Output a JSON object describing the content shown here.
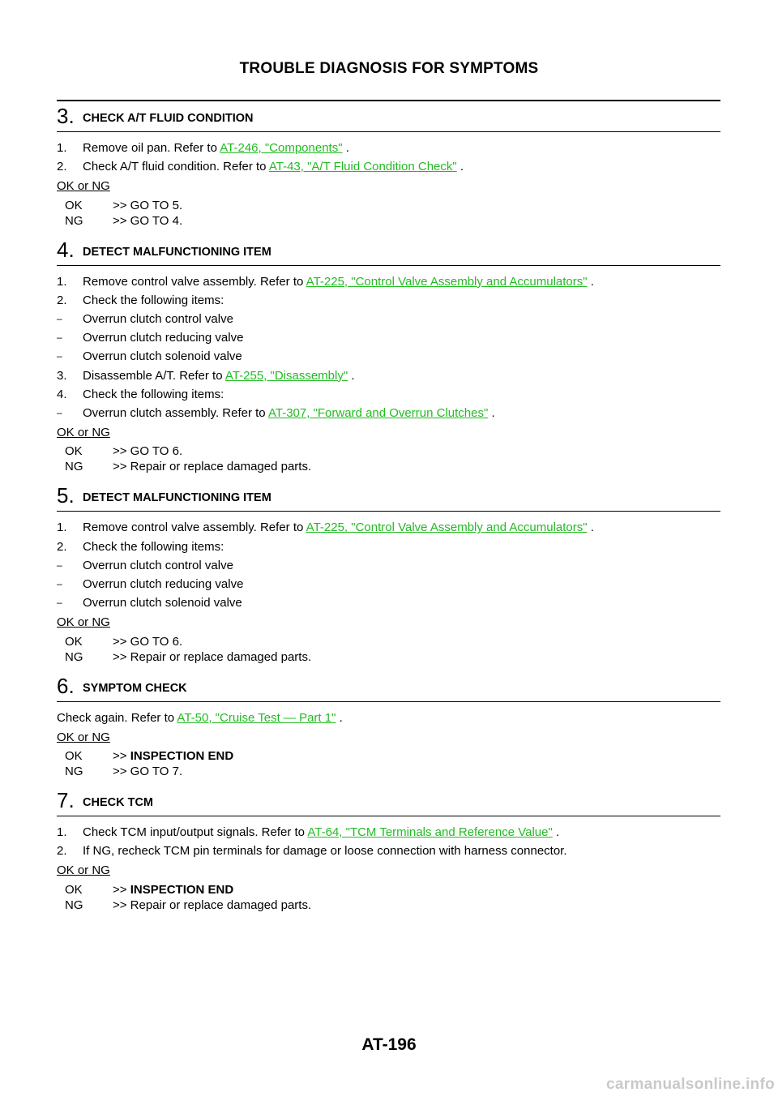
{
  "header": {
    "title": "TROUBLE DIAGNOSIS FOR SYMPTOMS"
  },
  "steps": [
    {
      "number": "3.",
      "title": "CHECK A/T FLUID CONDITION",
      "lines": [
        {
          "type": "numbered",
          "num": "1.",
          "text": "Remove oil pan. Refer to ",
          "ref": "AT-246, \"Components\"",
          "suffix": " ."
        },
        {
          "type": "numbered",
          "num": "2.",
          "text": "Check A/T fluid condition. Refer to ",
          "ref": "AT-43, \"A/T Fluid Condition Check\"",
          "suffix": " ."
        }
      ],
      "okng": "OK or NG",
      "results": [
        {
          "code": "OK",
          "action": ">> GO TO 5."
        },
        {
          "code": "NG",
          "action": ">> GO TO 4."
        }
      ]
    },
    {
      "number": "4.",
      "title": "DETECT MALFUNCTIONING ITEM",
      "lines": [
        {
          "type": "numbered",
          "num": "1.",
          "text": "Remove control valve assembly. Refer to ",
          "ref": "AT-225, \"Control Valve Assembly and Accumulators\"",
          "suffix": " ."
        },
        {
          "type": "numbered",
          "num": "2.",
          "text": "Check the following items:"
        },
        {
          "type": "bullet",
          "dash": "–",
          "text": "Overrun clutch control valve"
        },
        {
          "type": "bullet",
          "dash": "–",
          "text": "Overrun clutch reducing valve"
        },
        {
          "type": "bullet",
          "dash": "–",
          "text": "Overrun clutch solenoid valve"
        },
        {
          "type": "numbered",
          "num": "3.",
          "text": "Disassemble A/T. Refer to ",
          "ref": "AT-255, \"Disassembly\"",
          "suffix": " ."
        },
        {
          "type": "numbered",
          "num": "4.",
          "text": "Check the following items:"
        },
        {
          "type": "bullet",
          "dash": "–",
          "text": "Overrun clutch assembly. Refer to ",
          "ref": "AT-307, \"Forward and Overrun Clutches\"",
          "suffix": " ."
        }
      ],
      "okng": "OK or NG",
      "results": [
        {
          "code": "OK",
          "action": ">> GO TO 6."
        },
        {
          "code": "NG",
          "action": ">> Repair or replace damaged parts."
        }
      ]
    },
    {
      "number": "5.",
      "title": "DETECT MALFUNCTIONING ITEM",
      "lines": [
        {
          "type": "numbered",
          "num": "1.",
          "text": "Remove control valve assembly. Refer to ",
          "ref": "AT-225, \"Control Valve Assembly and Accumulators\"",
          "suffix": " ."
        },
        {
          "type": "numbered",
          "num": "2.",
          "text": "Check the following items:"
        },
        {
          "type": "bullet",
          "dash": "–",
          "text": "Overrun clutch control valve"
        },
        {
          "type": "bullet",
          "dash": "–",
          "text": "Overrun clutch reducing valve"
        },
        {
          "type": "bullet",
          "dash": "–",
          "text": "Overrun clutch solenoid valve"
        }
      ],
      "okng": "OK or NG",
      "results": [
        {
          "code": "OK",
          "action": ">> GO TO 6."
        },
        {
          "code": "NG",
          "action": ">> Repair or replace damaged parts."
        }
      ]
    },
    {
      "number": "6.",
      "title": "SYMPTOM CHECK",
      "lines": [
        {
          "type": "plain",
          "text": "Check again. Refer to ",
          "ref": "AT-50, \"Cruise Test — Part 1\"",
          "suffix": " ."
        }
      ],
      "okng": "OK or NG",
      "results": [
        {
          "code": "OK",
          "action": ">> ",
          "bold": "INSPECTION END"
        },
        {
          "code": "NG",
          "action": ">> GO TO 7."
        }
      ]
    },
    {
      "number": "7.",
      "title": "CHECK TCM",
      "lines": [
        {
          "type": "numbered",
          "num": "1.",
          "text": "Check TCM input/output signals. Refer to ",
          "ref": "AT-64, \"TCM Terminals and Reference Value\"",
          "suffix": " ."
        },
        {
          "type": "numbered",
          "num": "2.",
          "text": "If NG, recheck TCM pin terminals for damage or loose connection with harness connector."
        }
      ],
      "okng": "OK or NG",
      "results": [
        {
          "code": "OK",
          "action": ">> ",
          "bold": "INSPECTION END"
        },
        {
          "code": "NG",
          "action": ">> Repair or replace damaged parts."
        }
      ]
    }
  ],
  "footer": {
    "page_number": "AT-196"
  },
  "watermark": "carmanualsonline.info",
  "colors": {
    "link": "#22bb22",
    "text": "#000000",
    "watermark": "#c9c9c9"
  }
}
